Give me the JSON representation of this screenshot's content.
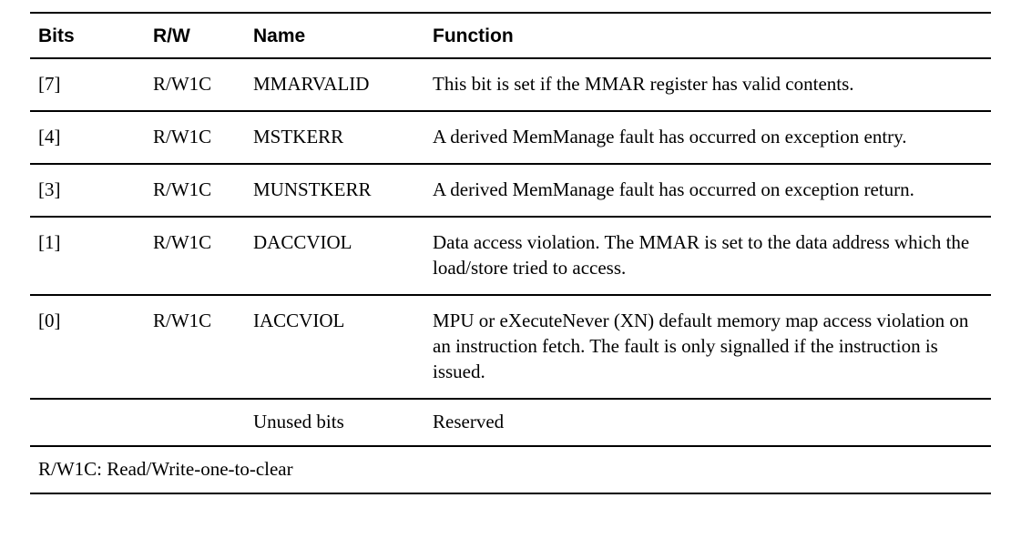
{
  "table": {
    "headers": {
      "bits": "Bits",
      "rw": "R/W",
      "name": "Name",
      "function": "Function"
    },
    "rows": [
      {
        "bits": "[7]",
        "rw": "R/W1C",
        "name": "MMARVALID",
        "function": "This bit is set if the MMAR register has valid contents."
      },
      {
        "bits": "[4]",
        "rw": "R/W1C",
        "name": "MSTKERR",
        "function": "A derived MemManage fault has occurred on exception entry."
      },
      {
        "bits": "[3]",
        "rw": "R/W1C",
        "name": "MUNSTKERR",
        "function": "A derived MemManage fault has occurred on exception return."
      },
      {
        "bits": "[1]",
        "rw": "R/W1C",
        "name": "DACCVIOL",
        "function": "Data access violation. The MMAR is set to the data address which the load/store tried to access."
      },
      {
        "bits": "[0]",
        "rw": "R/W1C",
        "name": "IACCVIOL",
        "function": "MPU or eXecuteNever (XN) default memory map access violation on an instruction fetch. The fault is only signalled if the instruction is issued."
      },
      {
        "bits": "",
        "rw": "",
        "name": "Unused bits",
        "function": "Reserved"
      }
    ],
    "footnote": "R/W1C: Read/Write-one-to-clear"
  },
  "colors": {
    "text": "#000000",
    "rule": "#000000",
    "background": "#ffffff"
  }
}
